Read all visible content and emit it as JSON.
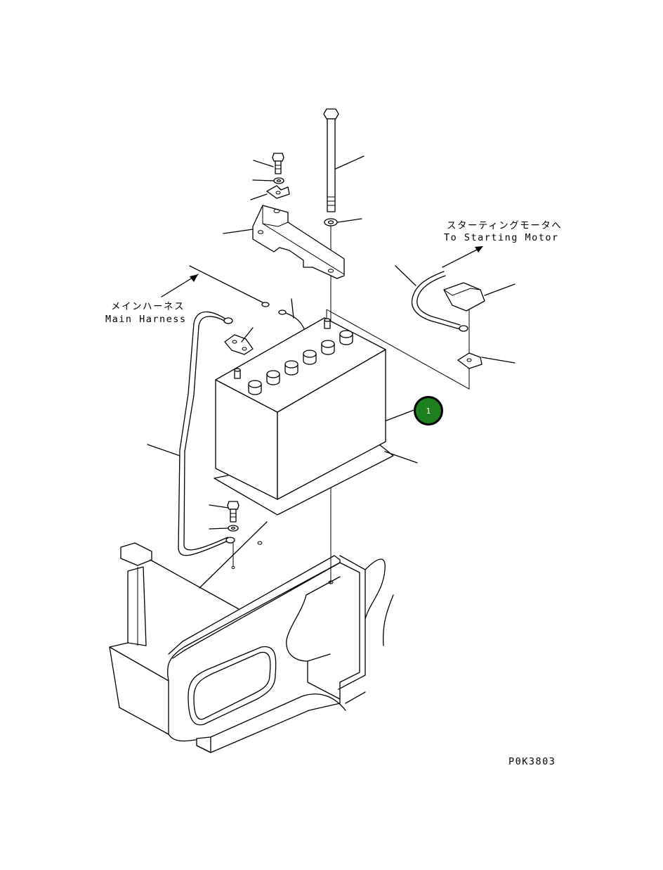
{
  "labels": {
    "to_starter_jp": "スターティングモータへ",
    "to_starter_en": "To Starting Motor",
    "main_harness_jp": "メインハーネス",
    "main_harness_en": "Main Harness",
    "drawing_code": "P0K3803"
  },
  "callout": {
    "number": "1",
    "color": "#1d7f1d"
  }
}
